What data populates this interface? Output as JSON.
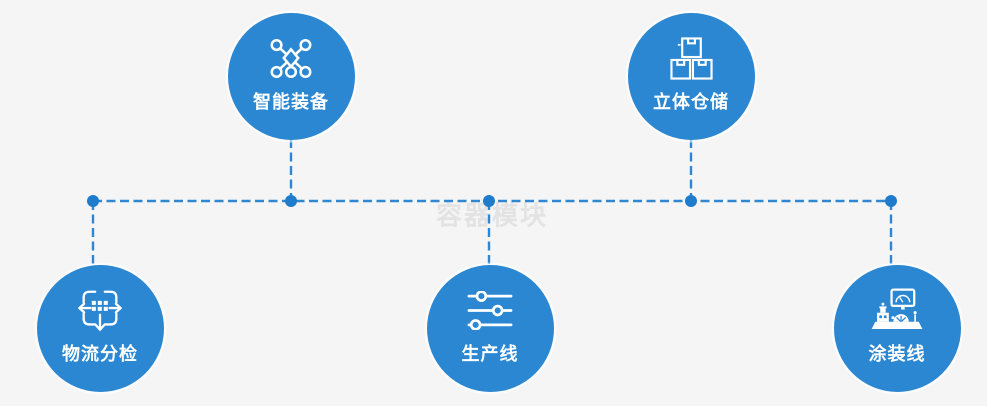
{
  "page": {
    "background_color": "#f5f5f6",
    "type": "feature-diagram"
  },
  "watermark": {
    "text": "容器模块",
    "color": "#e3e3e3"
  },
  "colors": {
    "node_circle_blue": "#2b87d1",
    "connector_dash_blue": "#2f87d2",
    "junction_dot_blue": "#1f7ccd",
    "icon_white": "#ffffff",
    "label_white": "#ffffff"
  },
  "nodes": [
    {
      "label": "智能装备",
      "icon": "network-nodes-icon",
      "position": "top-left"
    },
    {
      "label": "立体仓储",
      "icon": "stacked-boxes-icon",
      "position": "top-right"
    },
    {
      "label": "物流分检",
      "icon": "sorting-crosshair-icon",
      "position": "bottom-left"
    },
    {
      "label": "生产线",
      "icon": "sliders-icon",
      "position": "bottom-center"
    },
    {
      "label": "涂装线",
      "icon": "control-console-icon",
      "position": "bottom-right"
    }
  ],
  "connectors": {
    "style": "dashed",
    "junction_count": 5
  }
}
